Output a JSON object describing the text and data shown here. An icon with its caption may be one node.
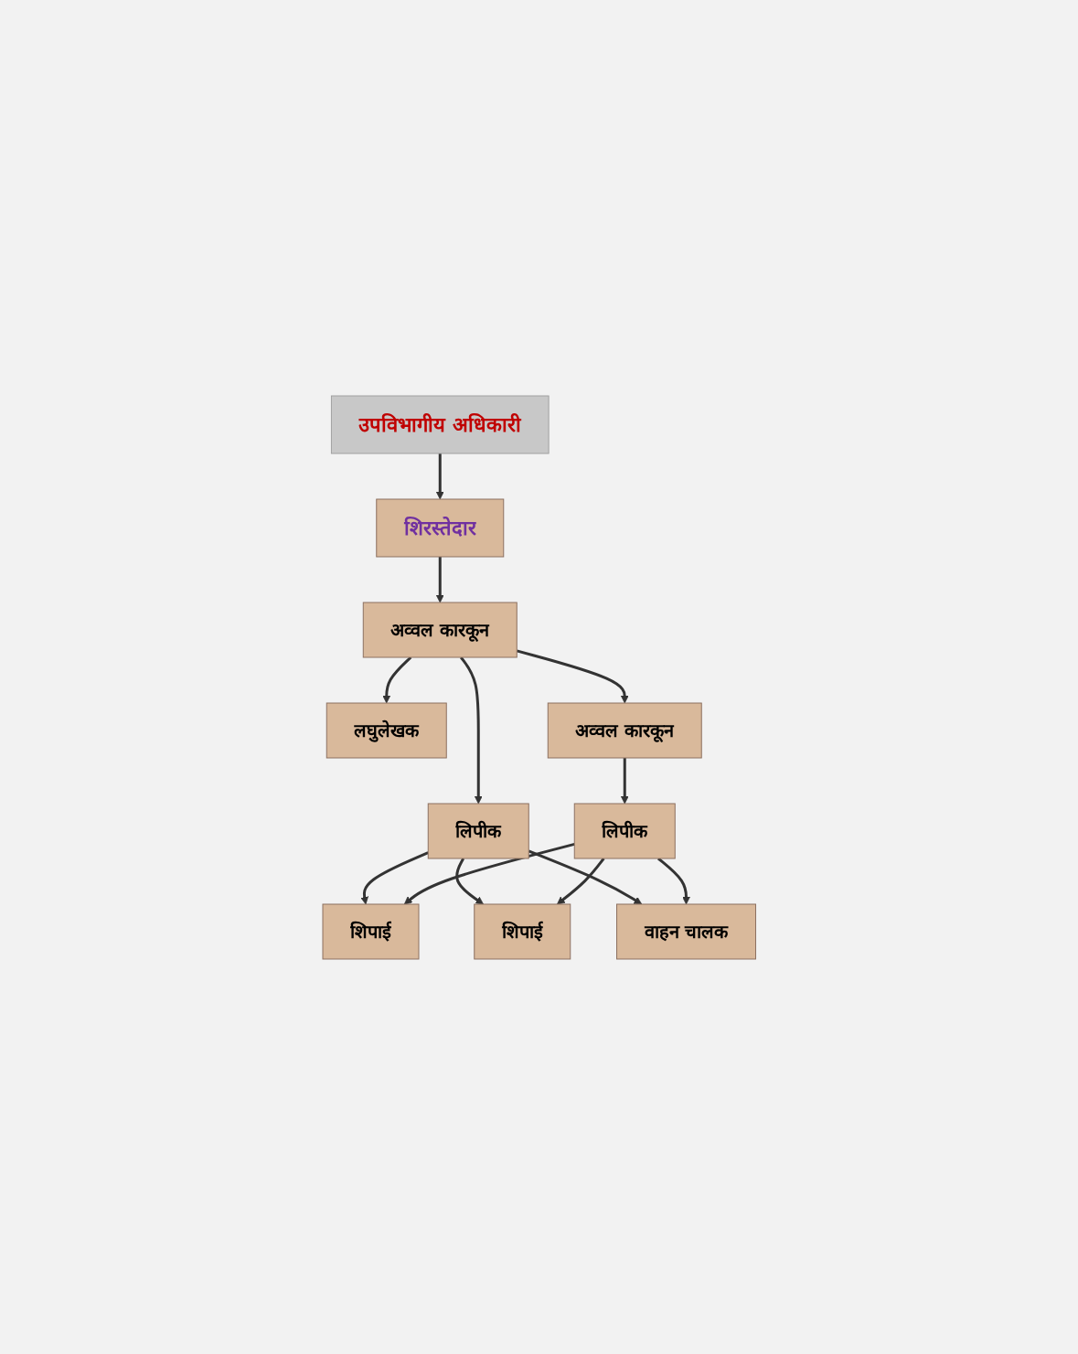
{
  "diagram": {
    "nodes": [
      {
        "text": [
          "उपविभागीय अधिकारी"
        ]
      },
      {
        "text": [
          "शिरस्तेदार"
        ]
      },
      {
        "text": [
          "लघुलेखक"
        ]
      },
      {
        "text": [
          "अव्वल कारकून"
        ]
      },
      {
        "text": [
          "अव्वल कारकून"
        ]
      },
      {
        "text": [
          "लिपीक"
        ]
      },
      {
        "text": [
          "लिपीक"
        ]
      },
      {
        "text": [
          "शिपाई"
        ]
      },
      {
        "text": [
          "शिपाई"
        ]
      },
      {
        "text": [
          "वाहन चालक"
        ]
      }
    ],
    "edges": [
      {
        "from": 0,
        "to": 1,
        "arrow": "to"
      },
      {
        "from": 1,
        "to": 3,
        "arrow": "to"
      },
      {
        "from": 3,
        "to": 2,
        "arrow": "to"
      },
      {
        "from": 3,
        "to": 4,
        "arrow": "to"
      },
      {
        "from": 3,
        "to": 5,
        "arrow": "to"
      },
      {
        "from": 4,
        "to": 6,
        "arrow": "to"
      },
      {
        "from": 5,
        "to": 7,
        "arrow": "to"
      },
      {
        "from": 5,
        "to": 8,
        "arrow": "to"
      },
      {
        "from": 5,
        "to": 9,
        "arrow": "to"
      },
      {
        "from": 6,
        "to": 7,
        "arrow": "to"
      },
      {
        "from": 6,
        "to": 8,
        "arrow": "to"
      },
      {
        "from": 6,
        "to": 9,
        "arrow": "to"
      }
    ]
  }
}
